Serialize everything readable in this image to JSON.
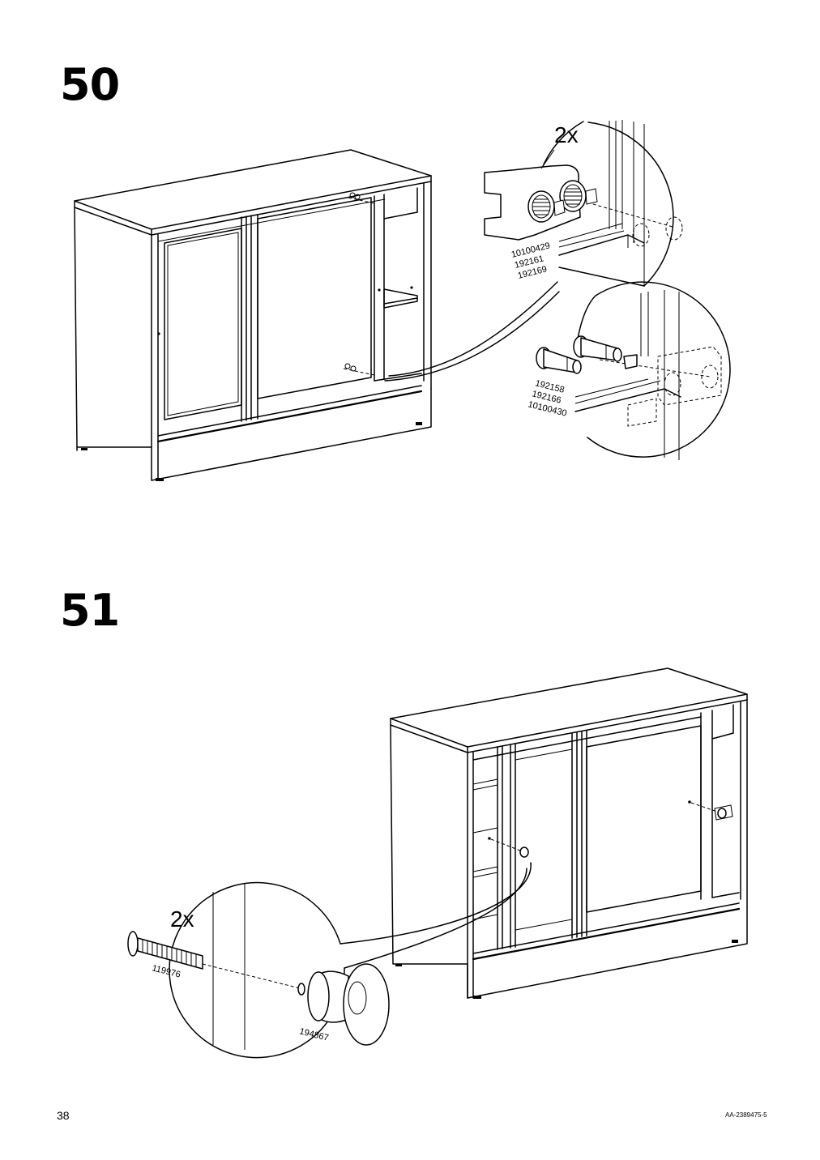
{
  "steps": [
    {
      "number": "50",
      "quantity": "2x",
      "upper_part_numbers": [
        "10100429",
        "192161",
        "192169"
      ],
      "lower_part_numbers": [
        "192158",
        "192166",
        "10100430"
      ]
    },
    {
      "number": "51",
      "quantity": "2x",
      "screw_part_number": "119976",
      "knob_part_number": "194867"
    }
  ],
  "footer": {
    "page_number": "38",
    "document_code": "AA-2389475-5"
  }
}
